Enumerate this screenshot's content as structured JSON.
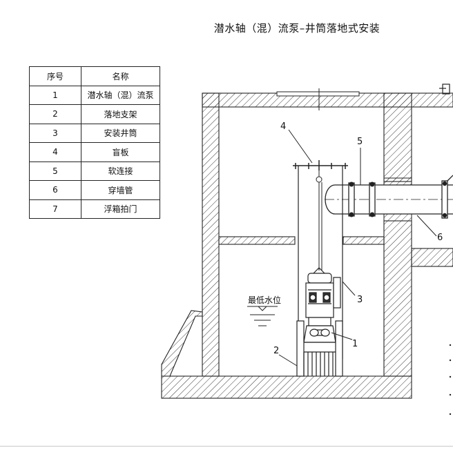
{
  "title": "潜水轴（混）流泵–井筒落地式安装",
  "table": {
    "headers": [
      "序号",
      "名称"
    ],
    "rows": [
      {
        "no": "1",
        "name": "潜水轴（混）流泵"
      },
      {
        "no": "2",
        "name": "落地支架"
      },
      {
        "no": "3",
        "name": "安装井筒"
      },
      {
        "no": "4",
        "name": "盲板"
      },
      {
        "no": "5",
        "name": "软连接"
      },
      {
        "no": "6",
        "name": "穿墙管"
      },
      {
        "no": "7",
        "name": "浮箱拍门"
      }
    ]
  },
  "callouts": {
    "c1": "1",
    "c2": "2",
    "c3": "3",
    "c4": "4",
    "c5": "5",
    "c6": "6"
  },
  "water_level_label": "最低水位"
}
